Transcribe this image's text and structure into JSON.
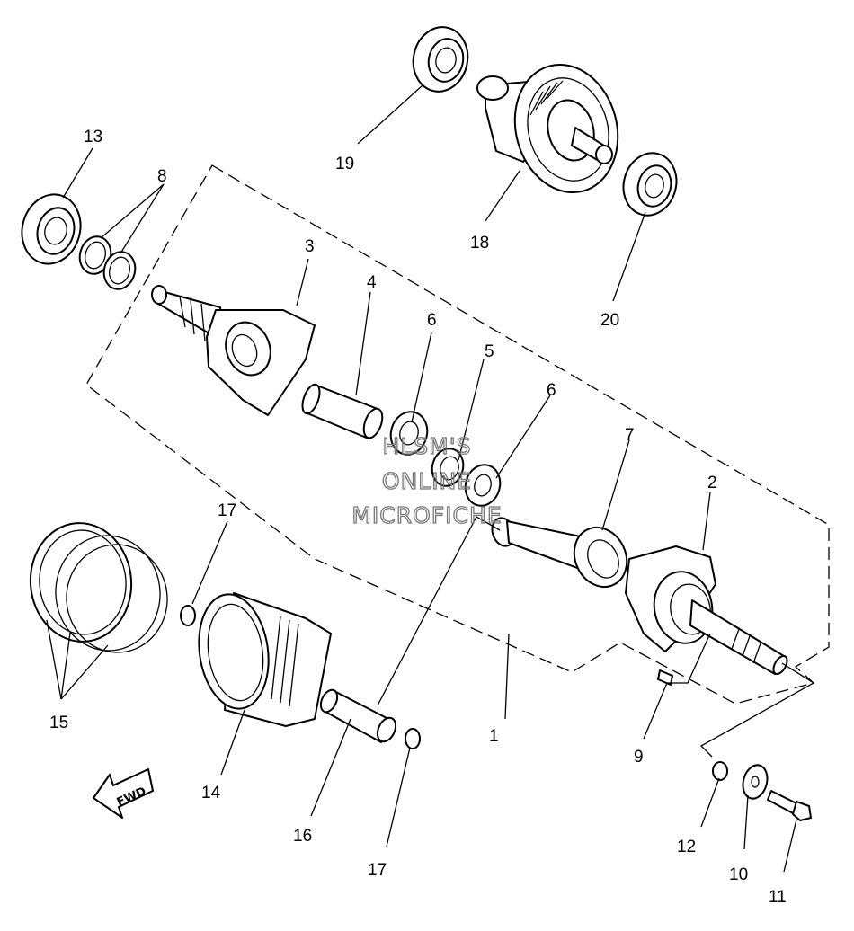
{
  "watermark": [
    "HLSM'S",
    "ONLINE",
    "MICROFICHE"
  ],
  "direction_arrow": {
    "label": "FWD",
    "icon": "forward-arrow-icon"
  },
  "callouts": [
    {
      "number": "1",
      "part": "crankshaft-assembly"
    },
    {
      "number": "2",
      "part": "crank-2"
    },
    {
      "number": "3",
      "part": "crank-1"
    },
    {
      "number": "4",
      "part": "crank-pin"
    },
    {
      "number": "5",
      "part": "needle-bearing"
    },
    {
      "number": "6",
      "part": "washer-left"
    },
    {
      "number": "6",
      "part": "washer-right"
    },
    {
      "number": "7",
      "part": "connecting-rod"
    },
    {
      "number": "8",
      "part": "crankshaft-shims"
    },
    {
      "number": "9",
      "part": "woodruff-key"
    },
    {
      "number": "10",
      "part": "plain-washer"
    },
    {
      "number": "11",
      "part": "bolt"
    },
    {
      "number": "12",
      "part": "o-ring"
    },
    {
      "number": "13",
      "part": "crank-bearing"
    },
    {
      "number": "14",
      "part": "piston"
    },
    {
      "number": "15",
      "part": "piston-ring-set"
    },
    {
      "number": "16",
      "part": "piston-pin"
    },
    {
      "number": "17",
      "part": "circlip-upper"
    },
    {
      "number": "17",
      "part": "circlip-lower"
    },
    {
      "number": "18",
      "part": "balancer-shaft"
    },
    {
      "number": "19",
      "part": "balancer-bearing-left"
    },
    {
      "number": "20",
      "part": "balancer-bearing-right"
    }
  ]
}
